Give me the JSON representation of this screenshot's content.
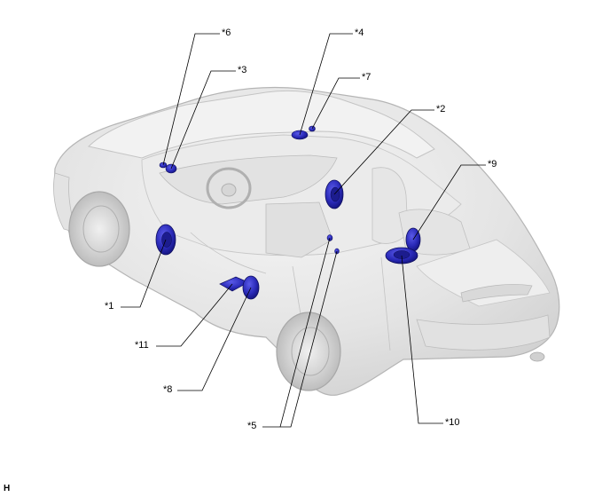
{
  "figure": {
    "callouts": [
      {
        "id": "c6",
        "label": "*6"
      },
      {
        "id": "c3",
        "label": "*3"
      },
      {
        "id": "c4",
        "label": "*4"
      },
      {
        "id": "c7",
        "label": "*7"
      },
      {
        "id": "c2",
        "label": "*2"
      },
      {
        "id": "c9",
        "label": "*9"
      },
      {
        "id": "c1",
        "label": "*1"
      },
      {
        "id": "c11",
        "label": "*11"
      },
      {
        "id": "c8",
        "label": "*8"
      },
      {
        "id": "c5",
        "label": "*5"
      },
      {
        "id": "c10",
        "label": "*10"
      }
    ],
    "corner_mark": "H"
  },
  "colors": {
    "vehicle_fill": "#e9e9e9",
    "vehicle_stroke": "#b5b5b5",
    "component_fill": "#2b2bb8",
    "component_stroke": "#101060",
    "leader_line": "#000000"
  }
}
